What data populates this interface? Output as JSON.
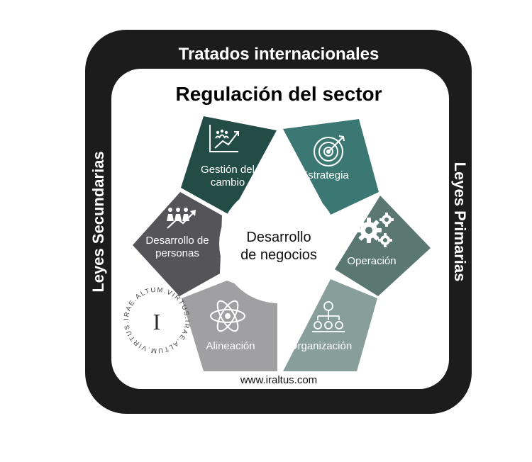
{
  "frame": {
    "top_label": "Tratados internacionales",
    "left_label": "Leyes Secundarias",
    "right_label": "Leyes Primarias"
  },
  "diagram": {
    "title": "Regulación del sector",
    "center": {
      "line1": "Desarrollo",
      "line2": "de negocios"
    },
    "segments": [
      {
        "id": "gestion",
        "lines": [
          "Gestión del",
          "cambio"
        ],
        "icon": "chart-growth-people-icon",
        "color": "#234c47"
      },
      {
        "id": "estrategia",
        "lines": [
          "Estrategia"
        ],
        "icon": "target-icon",
        "color": "#3c7873"
      },
      {
        "id": "operacion",
        "lines": [
          "Operación"
        ],
        "icon": "gears-icon",
        "color": "#5a7871"
      },
      {
        "id": "organizacion",
        "lines": [
          "Organización"
        ],
        "icon": "org-chart-icon",
        "color": "#879e9a"
      },
      {
        "id": "alineacion",
        "lines": [
          "Alineación"
        ],
        "icon": "atom-icon",
        "color": "#a0a0a3"
      },
      {
        "id": "personas",
        "lines": [
          "Desarrollo de",
          "personas"
        ],
        "icon": "people-growth-icon",
        "color": "#555559"
      }
    ],
    "website": "www.iraltus.com",
    "logo": {
      "letter": "I",
      "ring_text": "IRAE.ALTUM.VIRTUS."
    }
  },
  "colors": {
    "frame": "#1c1c1c",
    "inner": "#ffffff",
    "text_dark": "#000000",
    "text_light": "#ffffff"
  }
}
